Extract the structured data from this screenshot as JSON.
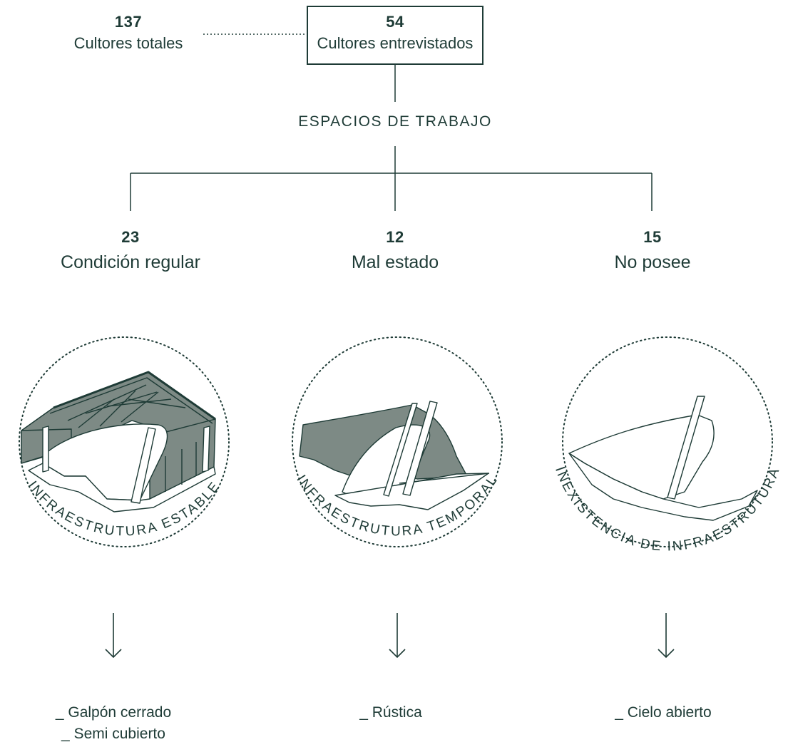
{
  "colors": {
    "ink": "#1e3b36",
    "shade": "#7d8a85"
  },
  "top": {
    "total": {
      "value": "137",
      "label": "Cultores totales"
    },
    "interviewed": {
      "value": "54",
      "label": "Cultores entrevistados"
    }
  },
  "heading": "ESPACIOS DE TRABAJO",
  "categories": [
    {
      "value": "23",
      "label": "Condición regular",
      "circle_label": "INFRAESTRUTURA ESTABLE",
      "items": [
        "_ Galpón cerrado",
        "_ Semi cubierto"
      ]
    },
    {
      "value": "12",
      "label": "Mal estado",
      "circle_label": "INFRAESTRUTURA TEMPORAL",
      "items": [
        "_ Rústica"
      ]
    },
    {
      "value": "15",
      "label": "No posee",
      "circle_label": "INEXISTENCIA DE INFRAESTRUTURA",
      "items": [
        "_ Cielo abierto"
      ]
    }
  ],
  "icons": [
    "shed-illustration",
    "rustic-shelter-illustration",
    "open-sky-illustration",
    "down-arrow-icon"
  ]
}
